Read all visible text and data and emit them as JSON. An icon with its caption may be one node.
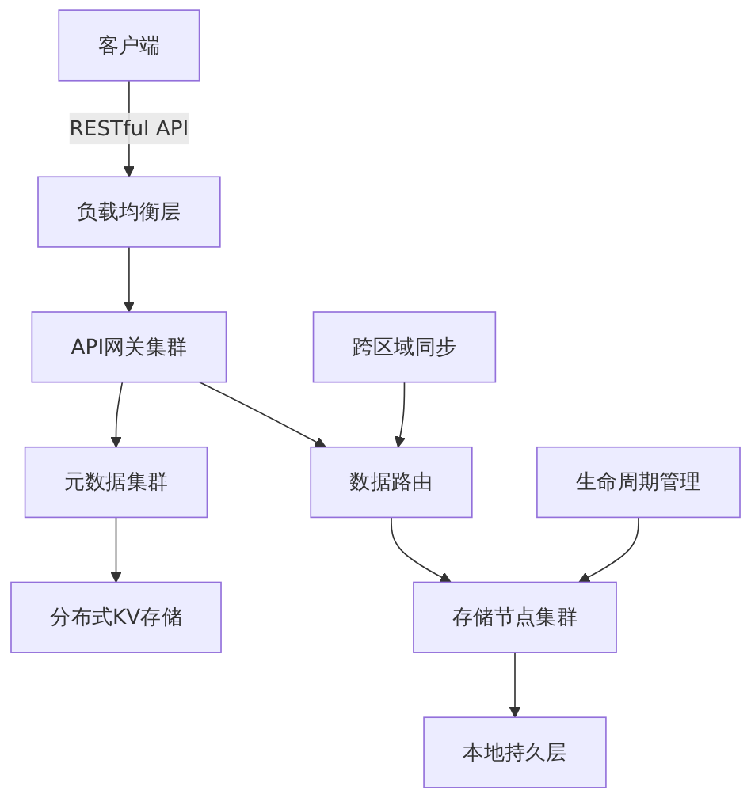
{
  "diagram": {
    "nodes": [
      {
        "text": [
          "客户端"
        ]
      },
      {
        "text": [
          "负载均衡层"
        ]
      },
      {
        "text": [
          "API网关集群"
        ]
      },
      {
        "text": [
          "跨区域同步"
        ]
      },
      {
        "text": [
          "元数据集群"
        ]
      },
      {
        "text": [
          "数据路由"
        ]
      },
      {
        "text": [
          "生命周期管理"
        ]
      },
      {
        "text": [
          "分布式KV存储"
        ]
      },
      {
        "text": [
          "存储节点集群"
        ]
      },
      {
        "text": [
          "本地持久层"
        ]
      }
    ],
    "edges": [
      {
        "from": 0,
        "to": 1,
        "arrow": "to",
        "label": "RESTful API"
      },
      {
        "from": 1,
        "to": 2,
        "arrow": "to"
      },
      {
        "from": 2,
        "to": 4,
        "arrow": "to"
      },
      {
        "from": 2,
        "to": 5,
        "arrow": "to"
      },
      {
        "from": 3,
        "to": 5,
        "arrow": "to"
      },
      {
        "from": 4,
        "to": 7,
        "arrow": "to"
      },
      {
        "from": 5,
        "to": 8,
        "arrow": "to"
      },
      {
        "from": 6,
        "to": 8,
        "arrow": "to"
      },
      {
        "from": 8,
        "to": 9,
        "arrow": "to"
      }
    ]
  }
}
